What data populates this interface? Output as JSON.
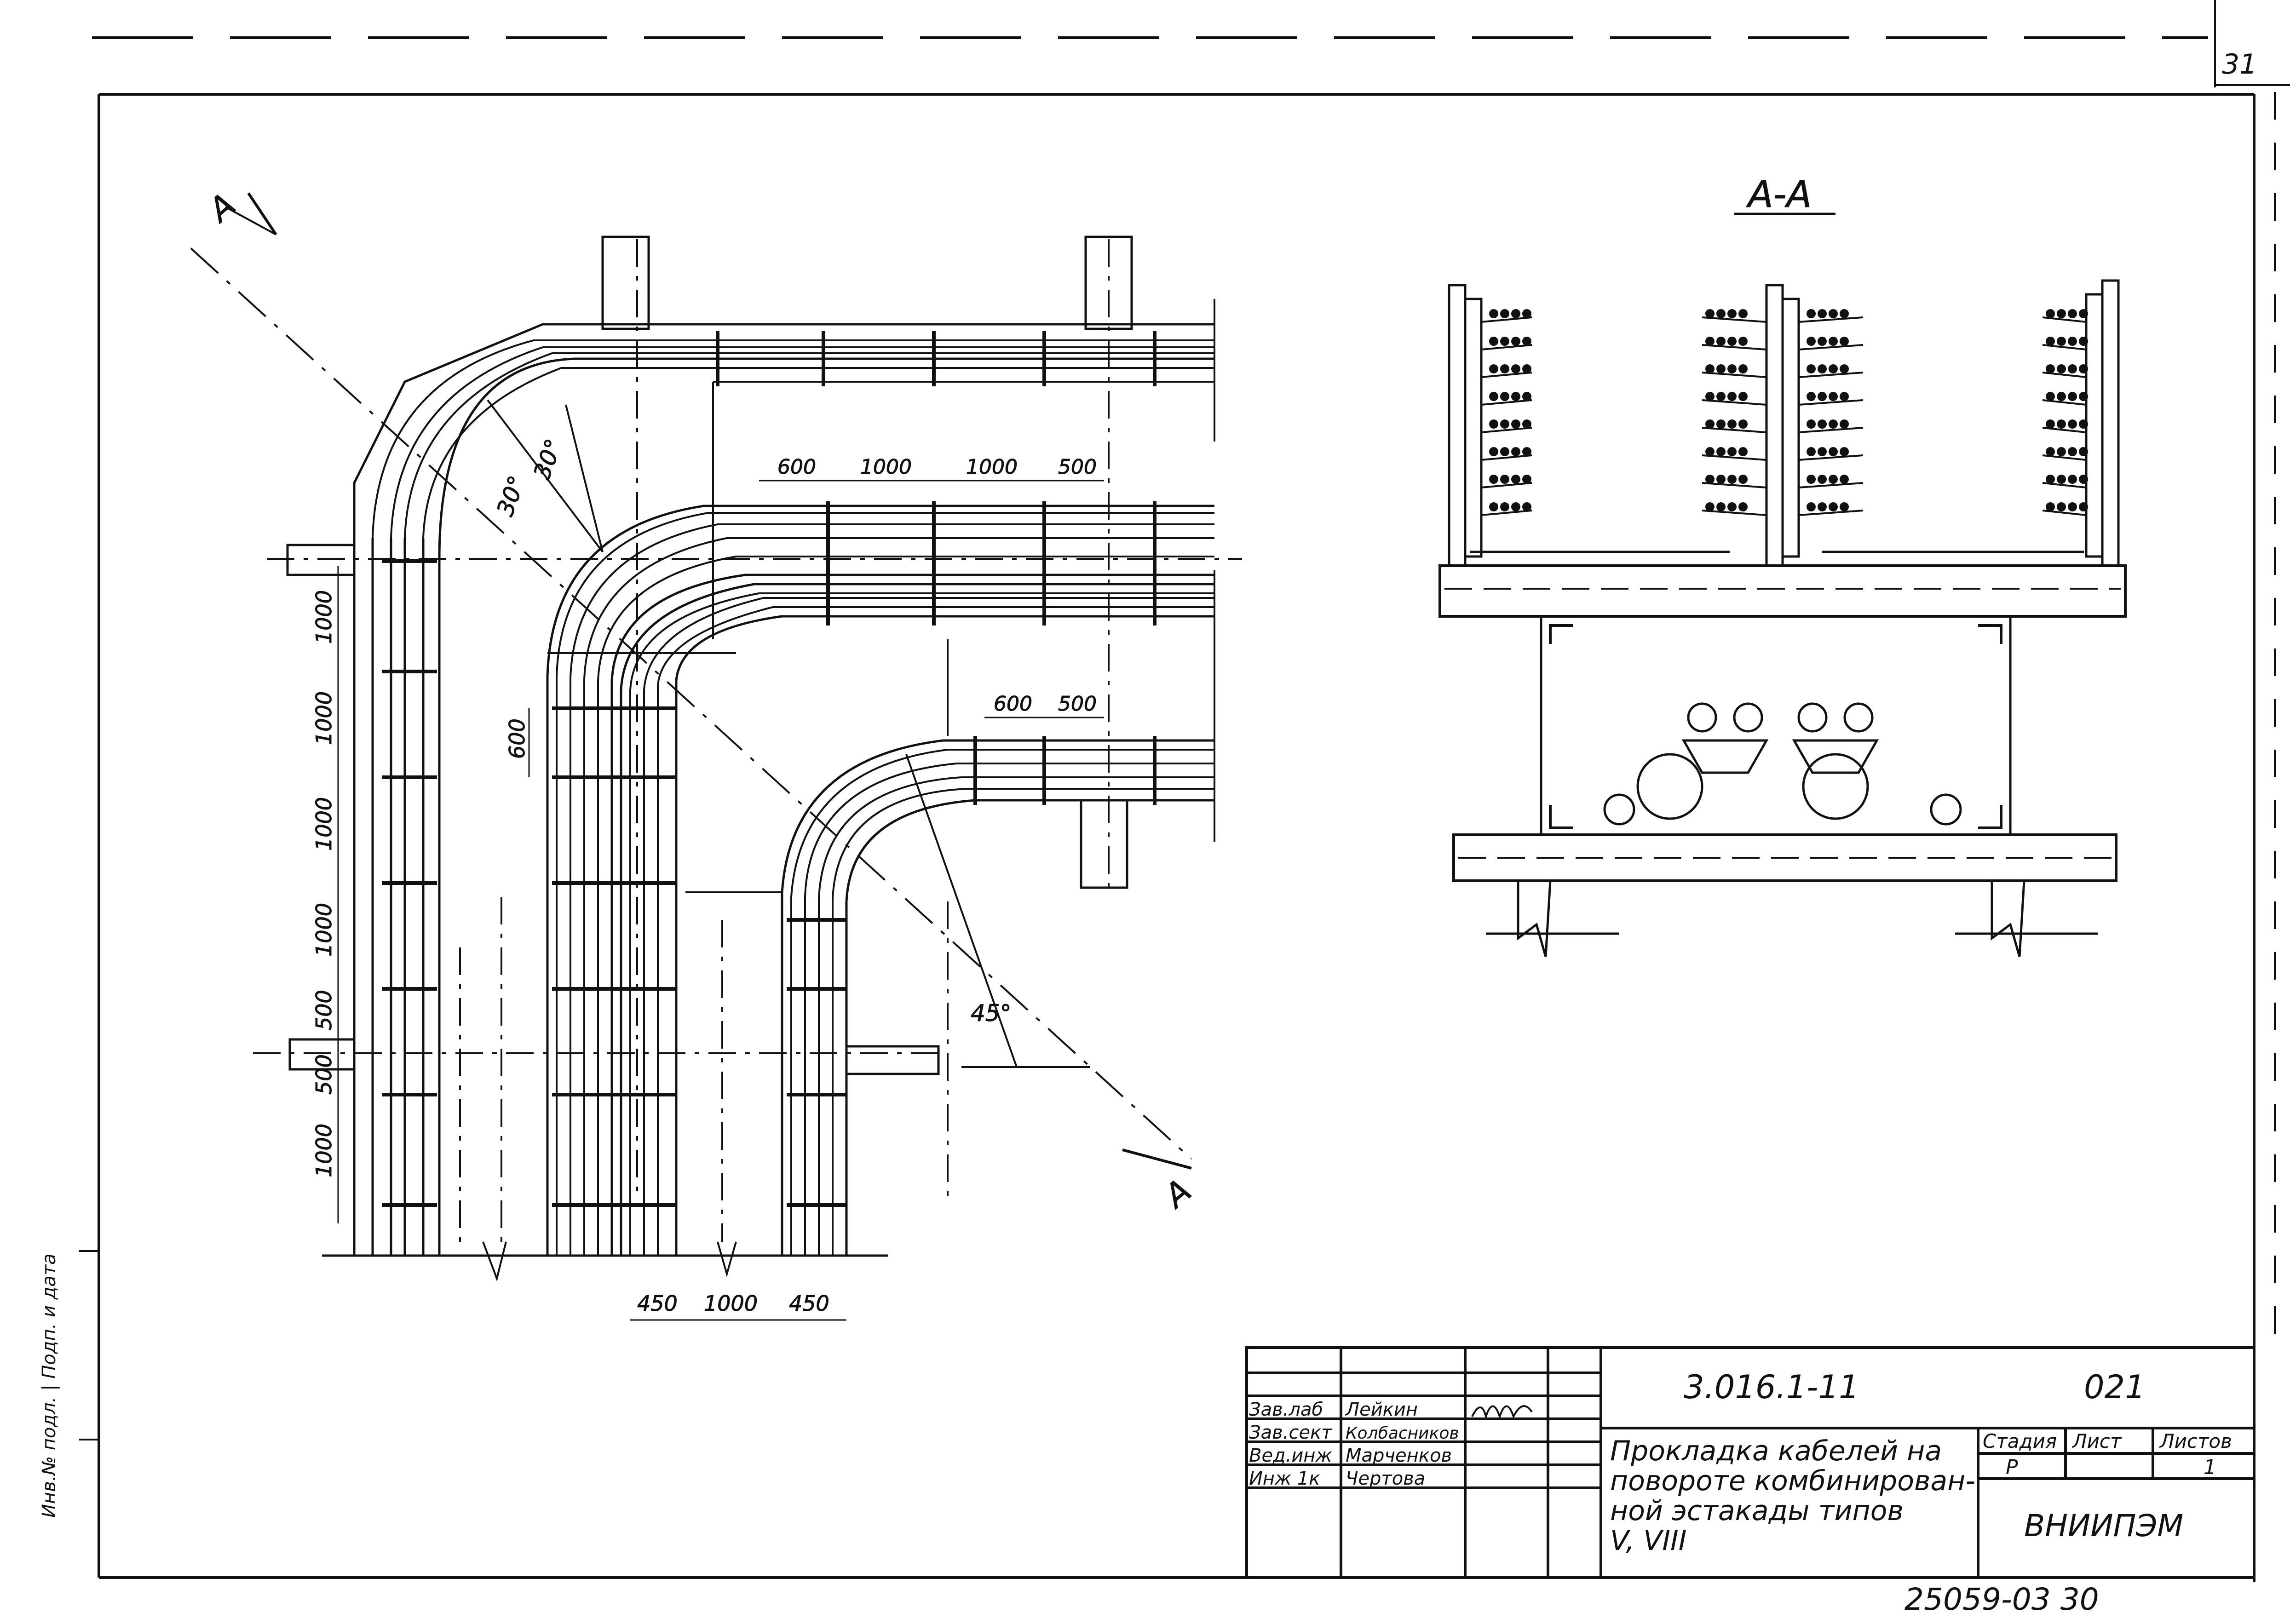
{
  "sheet": {
    "sheet_number": "31",
    "bottom_code": "25059-03   30",
    "side_note": "Инв.№ подл. | Подп. и дата"
  },
  "plan": {
    "section_marker": "A",
    "angles": {
      "upper_left": "30°",
      "upper_right": "30°",
      "lower": "45°"
    },
    "vertical_dims": [
      "1000",
      "1000",
      "1000",
      "1000",
      "500",
      "500",
      "1000"
    ],
    "inner_vertical_dim": "600",
    "top_dims": [
      "600",
      "1000",
      "1000",
      "500"
    ],
    "middle_dims": [
      "600",
      "500"
    ],
    "bottom_dims": [
      "450",
      "1000",
      "450"
    ]
  },
  "section": {
    "title": "A-A"
  },
  "title_block": {
    "doc_code": "3.016.1-11",
    "code2": "021",
    "title": [
      "Прокладка кабелей на",
      "повороте комбинирован-",
      "ной эстакады типов",
      "V, VIII"
    ],
    "stage_header": "Стадия",
    "sheet_header": "Лист",
    "sheets_header": "Листов",
    "stage_value": "Р",
    "sheets_value": "1",
    "org": "ВНИИПЭМ",
    "roles": [
      "Зав.лаб",
      "Зав.сект",
      "Вед.инж",
      "Инж 1к"
    ],
    "names": [
      "Лейкин",
      "Колбасников",
      "Марченков",
      "Чертова"
    ]
  }
}
